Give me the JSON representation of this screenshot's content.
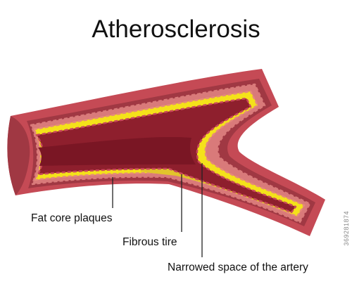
{
  "title": "Atherosclerosis",
  "labels": {
    "fat_core": "Fat core plaques",
    "fibrous": "Fibrous tire",
    "narrowed": "Narrowed space of the artery"
  },
  "stock_id": "369281874",
  "colors": {
    "outer_wall": "#c54a55",
    "inner_wall": "#a03843",
    "lumen": "#8e1f2d",
    "lumen_dark": "#7a1624",
    "intima": "#d97a7a",
    "plaque": "#f4e21a",
    "plaque_core": "#e2c42b",
    "pointer": "#222222"
  }
}
